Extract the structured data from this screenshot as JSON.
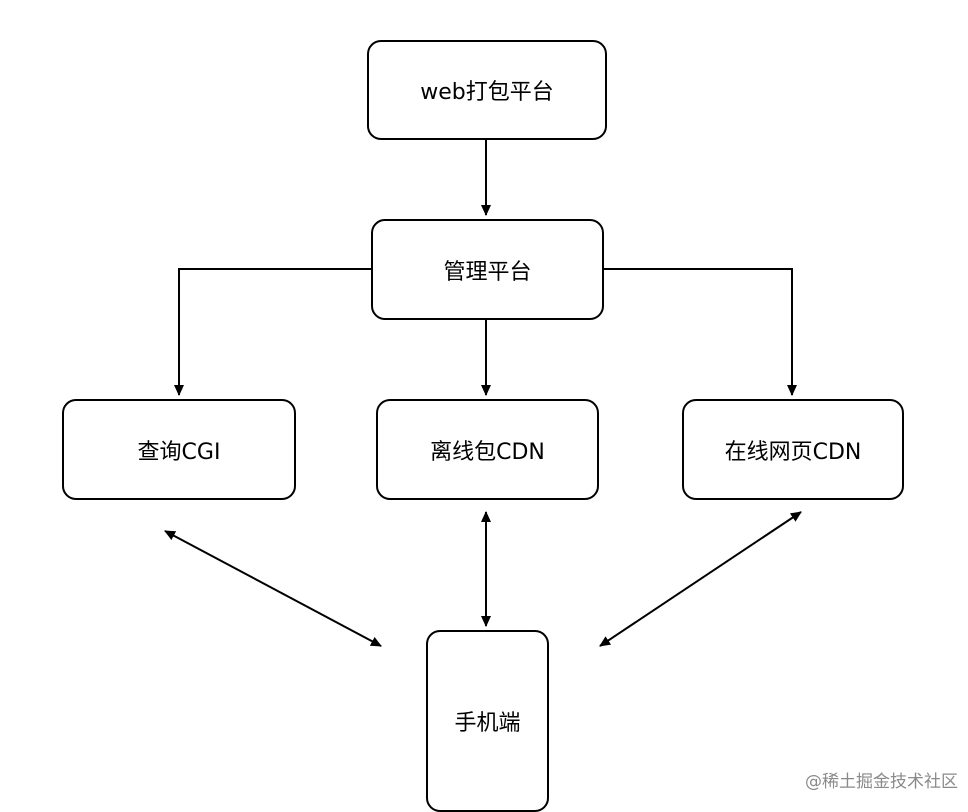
{
  "nodes": {
    "web_build_platform": "web打包平台",
    "management_platform": "管理平台",
    "query_cgi": "查询CGI",
    "offline_package_cdn": "离线包CDN",
    "online_page_cdn": "在线网页CDN",
    "mobile_client": "手机端"
  },
  "colors": {
    "stroke": "#000000",
    "fill": "#ffffff",
    "watermark": "#8a8a8a"
  },
  "watermark": "@稀土掘金技术社区"
}
